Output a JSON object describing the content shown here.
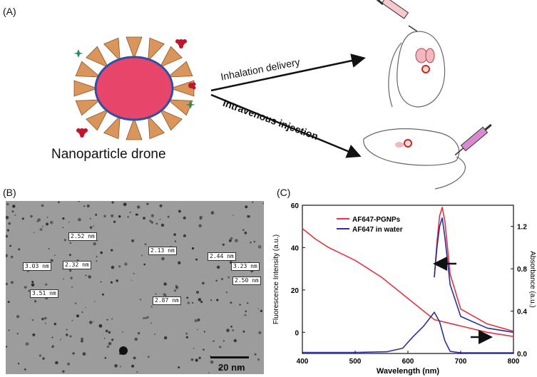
{
  "panels": {
    "a": {
      "label": "(A)",
      "caption": "Nanoparticle drone",
      "routes": [
        "Inhalation delivery",
        "Intravenous injection"
      ]
    },
    "b": {
      "label": "(B)",
      "particle_sizes": [
        "2.52 nm",
        "2.13 nm",
        "2.44 nm",
        "3.23 nm",
        "3.03 nm",
        "2.32 nm",
        "2.50 nm",
        "3.51 nm",
        "2.87 nm"
      ],
      "scale_bar": "20 nm"
    },
    "c": {
      "label": "(C)"
    }
  },
  "colors": {
    "core": "#e8456a",
    "core_border": "#2c4fa8",
    "cone": "#d9955a",
    "red_series": "#e8323c",
    "blue_series": "#2b2f9e"
  },
  "chart_data": {
    "type": "line",
    "xlabel": "Wavelength (nm)",
    "ylabel": "Fluorescence Intensity (a.u.)",
    "y2label": "Absorbance (a.u.)",
    "xlim": [
      400,
      800
    ],
    "ylim": [
      -10,
      60
    ],
    "y2lim": [
      0,
      1.4
    ],
    "xticks": [
      400,
      500,
      600,
      700,
      800
    ],
    "yticks": [
      0,
      20,
      40,
      60
    ],
    "y2ticks": [
      0.0,
      0.4,
      0.8,
      1.2
    ],
    "legend_position": "top-center",
    "series": [
      {
        "name": "AF647-PGNPs",
        "color": "#e8323c",
        "axis": "left",
        "x": [
          400,
          425,
          450,
          475,
          500,
          525,
          550,
          575,
          600,
          625,
          650,
          700,
          750,
          800
        ],
        "y": [
          49,
          44,
          40,
          37,
          34,
          30,
          26,
          21,
          16,
          11,
          6,
          3,
          0,
          -2
        ]
      },
      {
        "name": "AF647-PGNPs",
        "color": "#e8323c",
        "axis": "right",
        "x": [
          650,
          655,
          660,
          665,
          670,
          680,
          700,
          750,
          800
        ],
        "y": [
          0.72,
          1.05,
          1.3,
          1.38,
          1.25,
          0.75,
          0.42,
          0.28,
          0.21
        ]
      },
      {
        "name": "AF647 in water",
        "color": "#2b2f9e",
        "axis": "right",
        "x": [
          650,
          655,
          660,
          665,
          670,
          680,
          700,
          750,
          800
        ],
        "y": [
          0.72,
          1.0,
          1.2,
          1.28,
          1.1,
          0.65,
          0.35,
          0.24,
          0.2
        ]
      },
      {
        "name": "AF647 in water",
        "color": "#2b2f9e",
        "axis": "left",
        "x": [
          400,
          500,
          560,
          590,
          610,
          630,
          650,
          660,
          670,
          680,
          700,
          800
        ],
        "y": [
          -9.5,
          -9.5,
          -9.2,
          -7.5,
          -2,
          3,
          9.5,
          5,
          -4,
          -9,
          -9.7,
          -9.7
        ]
      }
    ],
    "annotations": [
      "left-pointing arrow: red curve on left axis",
      "right-pointing arrow: red curve on right axis"
    ]
  }
}
